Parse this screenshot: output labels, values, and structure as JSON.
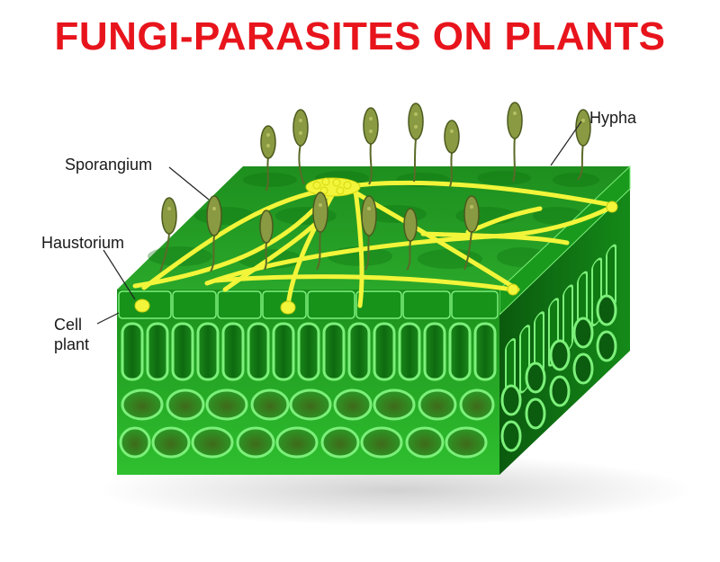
{
  "title": "FUNGI-PARASITES ON PLANTS",
  "colors": {
    "title": "#e8141c",
    "top_surface": "#1f9a1f",
    "front_face": "#27b627",
    "side_face": "#0f6e12",
    "hypha": "#f2f53a",
    "sporangium": "#7d8f3a",
    "cell_outline": "#6ef06a"
  },
  "labels": {
    "hypha": "Hypha",
    "sporangium": "Sporangium",
    "haustorium": "Haustorium",
    "cell_line1": "Cell",
    "cell_line2": "plant"
  }
}
